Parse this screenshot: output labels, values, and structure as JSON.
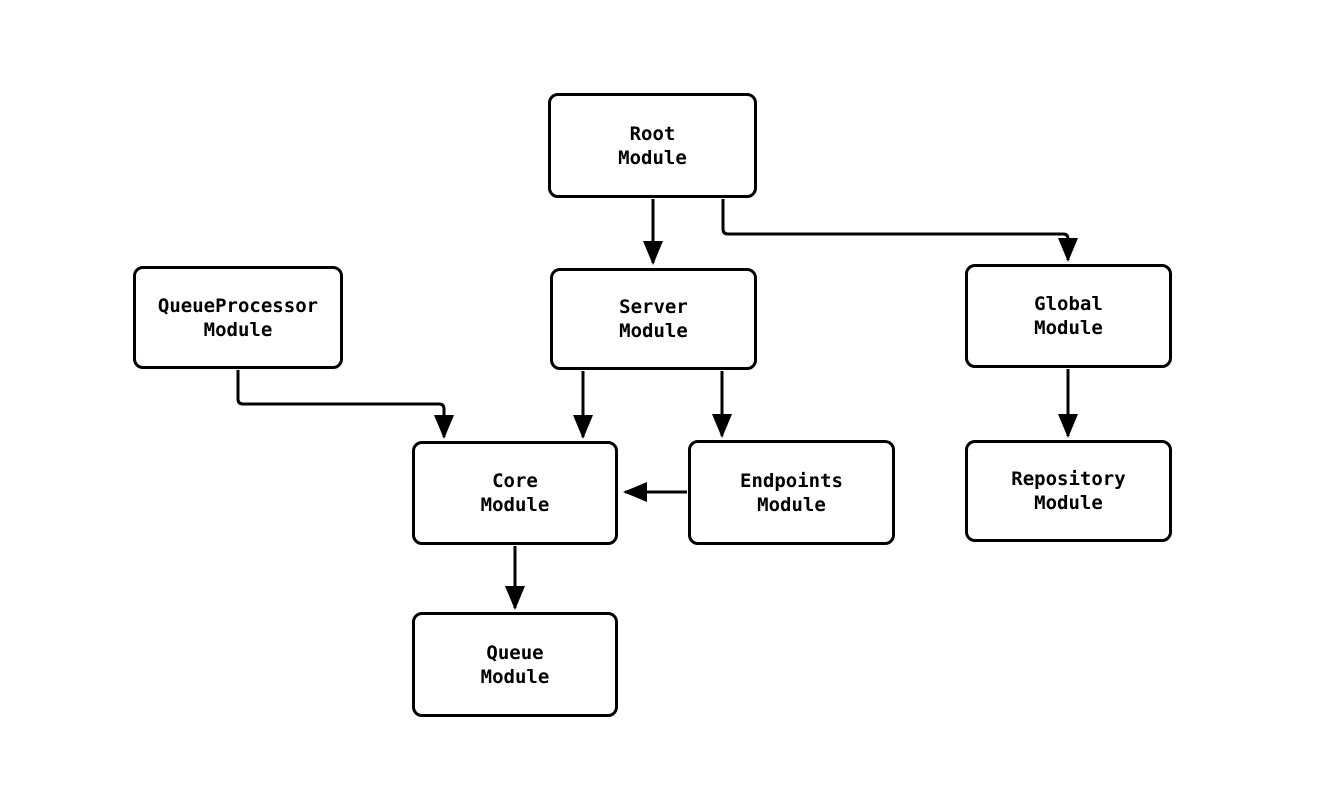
{
  "diagram": {
    "type": "flowchart",
    "colors": {
      "background": "#ffffff",
      "node_fill": "#ffffff",
      "node_border": "#000000",
      "edge": "#000000",
      "text": "#000000"
    },
    "nodes": [
      {
        "id": "root",
        "line1": "Root",
        "line2": "Module"
      },
      {
        "id": "queue-processor",
        "line1": "QueueProcessor",
        "line2": "Module"
      },
      {
        "id": "server",
        "line1": "Server",
        "line2": "Module"
      },
      {
        "id": "global",
        "line1": "Global",
        "line2": "Module"
      },
      {
        "id": "core",
        "line1": "Core",
        "line2": "Module"
      },
      {
        "id": "endpoints",
        "line1": "Endpoints",
        "line2": "Module"
      },
      {
        "id": "repository",
        "line1": "Repository",
        "line2": "Module"
      },
      {
        "id": "queue",
        "line1": "Queue",
        "line2": "Module"
      }
    ],
    "edges": [
      {
        "from": "root",
        "to": "server"
      },
      {
        "from": "root",
        "to": "global"
      },
      {
        "from": "queue-processor",
        "to": "core"
      },
      {
        "from": "server",
        "to": "core"
      },
      {
        "from": "server",
        "to": "endpoints"
      },
      {
        "from": "endpoints",
        "to": "core"
      },
      {
        "from": "core",
        "to": "queue"
      },
      {
        "from": "global",
        "to": "repository"
      }
    ]
  }
}
